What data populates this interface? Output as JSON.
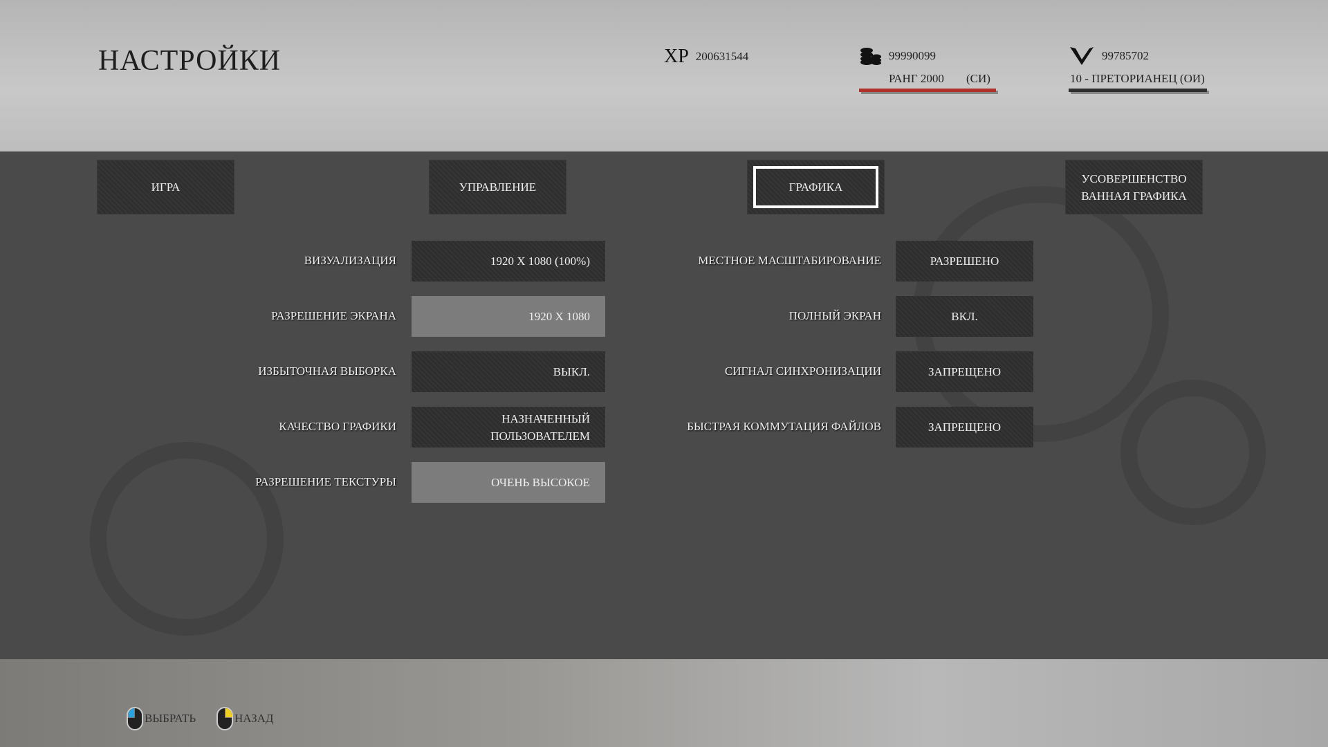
{
  "title": "НАСТРОЙКИ",
  "stats": {
    "xp_label": "XP",
    "xp": "200631544",
    "coins": "99990099",
    "rank": "РАНГ 2000",
    "rank_suffix": "(СИ)",
    "tokens": "99785702",
    "tier": "10 - ПРЕТОРИАНЕЦ (ОИ)"
  },
  "colors": {
    "rank_bar": "#b0302a",
    "tier_bar": "#2e2e2e",
    "band": "#4a4a4a"
  },
  "tabs": [
    {
      "label": "ИГРА"
    },
    {
      "label": "УПРАВЛЕНИЕ"
    },
    {
      "label": "ГРАФИКА",
      "active": true
    },
    {
      "label": "УСОВЕРШЕНСТВО ВАННАЯ ГРАФИКА"
    }
  ],
  "left": [
    {
      "label": "ВИЗУАЛИЗАЦИЯ",
      "value": "1920 X 1080 (100%)"
    },
    {
      "label": "РАЗРЕШЕНИЕ ЭКРАНА",
      "value": "1920 X 1080"
    },
    {
      "label": "ИЗБЫТОЧНАЯ ВЫБОРКА",
      "value": "ВЫКЛ."
    },
    {
      "label": "КАЧЕСТВО ГРАФИКИ",
      "value": "НАЗНАЧЕННЫЙ ПОЛЬЗОВАТЕЛЕМ"
    },
    {
      "label": "РАЗРЕШЕНИЕ ТЕКСТУРЫ",
      "value": "ОЧЕНЬ ВЫСОКОЕ"
    }
  ],
  "right": [
    {
      "label": "МЕСТНОЕ МАСШТАБИРОВАНИЕ",
      "value": "РАЗРЕШЕНО"
    },
    {
      "label": "ПОЛНЫЙ ЭКРАН",
      "value": "ВКЛ."
    },
    {
      "label": "СИГНАЛ СИНХРОНИЗАЦИИ",
      "value": "ЗАПРЕЩЕНО"
    },
    {
      "label": "БЫСТРАЯ КОММУТАЦИЯ ФАЙЛОВ",
      "value": "ЗАПРЕЩЕНО"
    }
  ],
  "hints": {
    "select": "ВЫБРАТЬ",
    "back": "НАЗАД"
  }
}
